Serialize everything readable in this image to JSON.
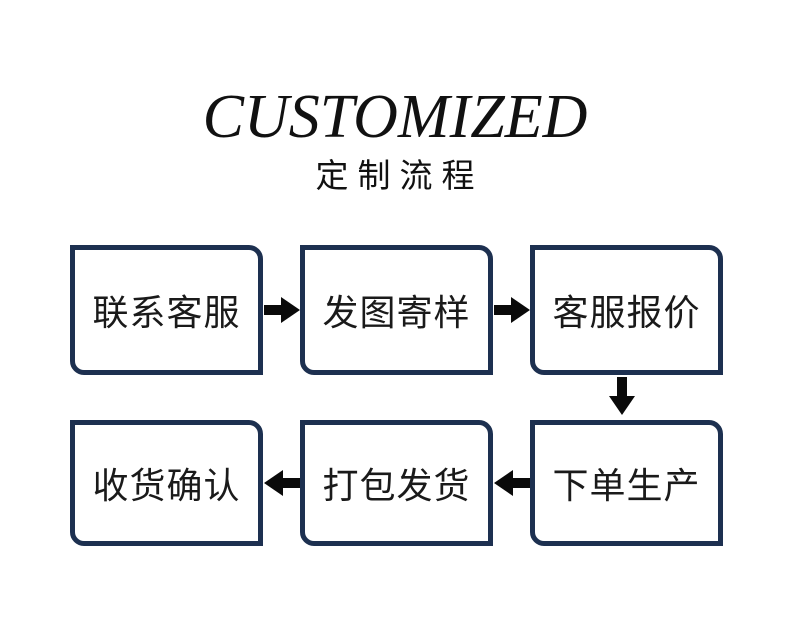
{
  "header": {
    "title": "CUSTOMIZED",
    "subtitle": "定制流程"
  },
  "colors": {
    "background": "#ffffff",
    "box_border": "#1d3050",
    "arrow": "#0a0a0a",
    "text": "#1a1a1a"
  },
  "flow": {
    "row1_steps": [
      "联系客服",
      "发图寄样",
      "客服报价"
    ],
    "row2_steps": [
      "收货确认",
      "打包发货",
      "下单生产"
    ],
    "sequence": [
      "联系客服",
      "发图寄样",
      "客服报价",
      "下单生产",
      "打包发货",
      "收货确认"
    ]
  }
}
